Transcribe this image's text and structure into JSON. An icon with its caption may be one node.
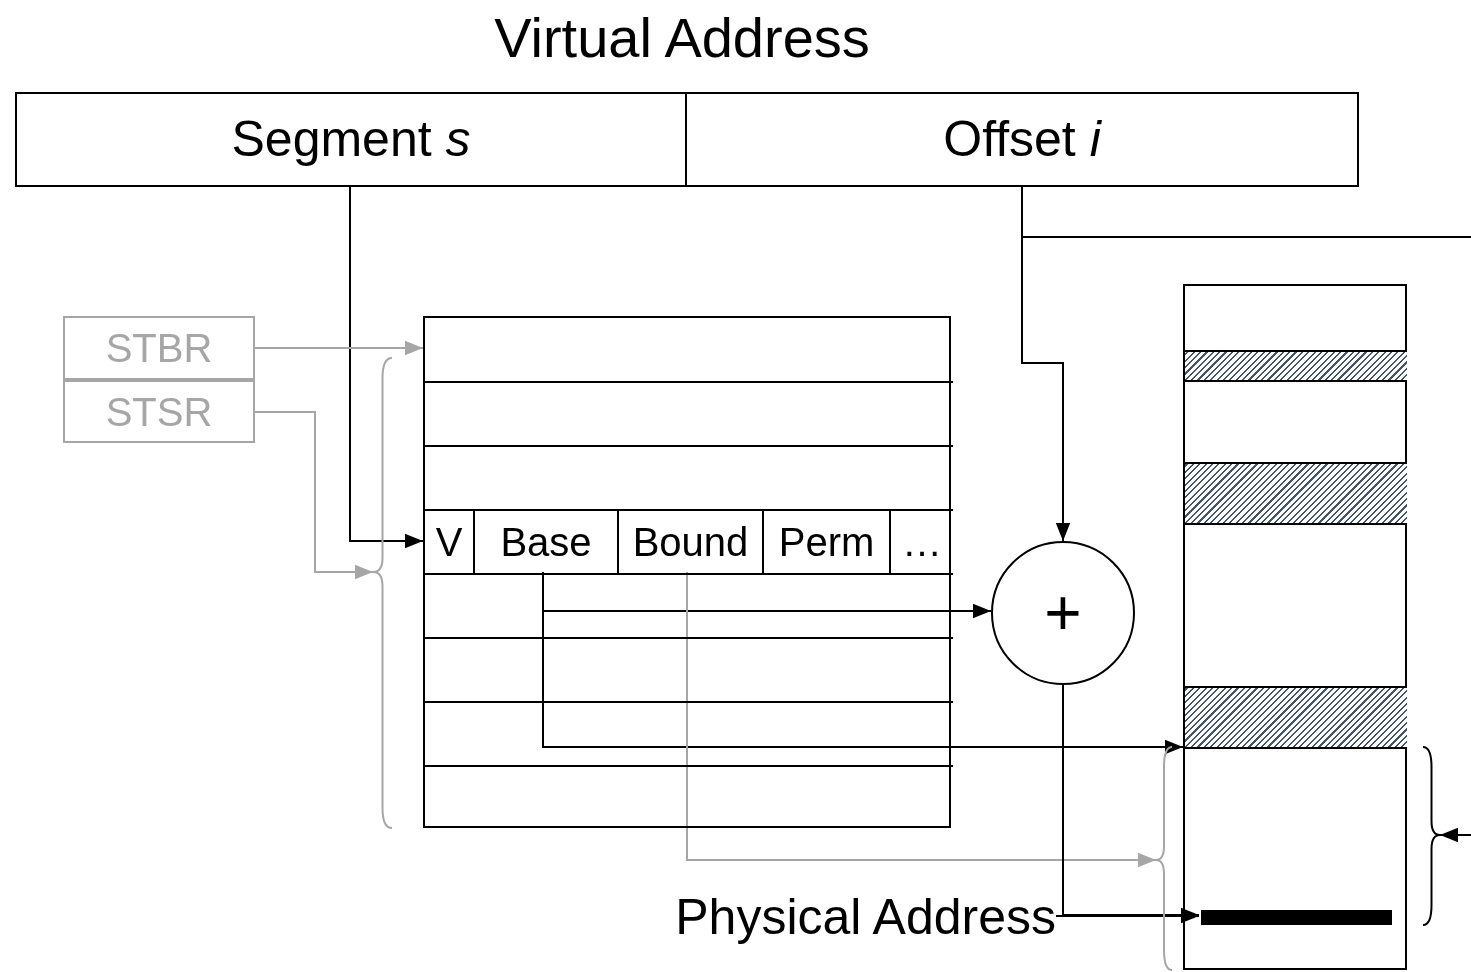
{
  "diagram": {
    "title": "Virtual Address",
    "nodes": [
      {
        "text": [
          "Segment *s*"
        ]
      },
      {
        "text": [
          "Offset *i*"
        ]
      },
      {
        "text": [
          "STBR"
        ]
      },
      {
        "text": [
          "STSR"
        ]
      },
      {
        "text": [],
        "shape": "brace"
      },
      {
        "text": [],
        "shape": "box"
      },
      {
        "text": [
          "V"
        ],
        "in": 5
      },
      {
        "text": [
          "Base"
        ],
        "in": 5
      },
      {
        "text": [
          "Bound"
        ],
        "in": 5
      },
      {
        "text": [
          "Perm"
        ],
        "in": 5
      },
      {
        "text": [
          "…"
        ],
        "in": 5
      },
      {
        "text": [
          "+"
        ]
      },
      {
        "text": [],
        "shape": "box"
      },
      {
        "text": [],
        "shape": "bar",
        "in": 12
      },
      {
        "text": [],
        "shape": "brace"
      },
      {
        "text": [
          "Physical Address"
        ]
      },
      {
        "text": [],
        "shape": "brace"
      },
      {
        "text": [],
        "shape": "box",
        "in": 12
      },
      {
        "text": [],
        "shape": "box",
        "in": 12
      },
      {
        "text": [],
        "shape": "box",
        "in": 12
      }
    ],
    "edges": [
      {
        "from": 0,
        "to": 6,
        "arrow": "to"
      },
      {
        "from": 1,
        "to": 11,
        "arrow": "to"
      },
      {
        "from": 1,
        "to": null,
        "arrow": "none"
      },
      {
        "from": 2,
        "to": 5,
        "arrow": "to",
        "color": "#a6a6a6"
      },
      {
        "from": 3,
        "to": 4,
        "arrow": "to",
        "color": "#a6a6a6"
      },
      {
        "from": 7,
        "to": 11,
        "arrow": "to"
      },
      {
        "from": 7,
        "to": 12,
        "arrow": "to"
      },
      {
        "from": 8,
        "to": 14,
        "arrow": "to",
        "color": "#a6a6a6"
      },
      {
        "from": 11,
        "to": 13,
        "arrow": "to"
      },
      {
        "from": 15,
        "to": 13,
        "arrow": "to"
      },
      {
        "from": null,
        "to": 16,
        "arrow": "to"
      }
    ]
  }
}
